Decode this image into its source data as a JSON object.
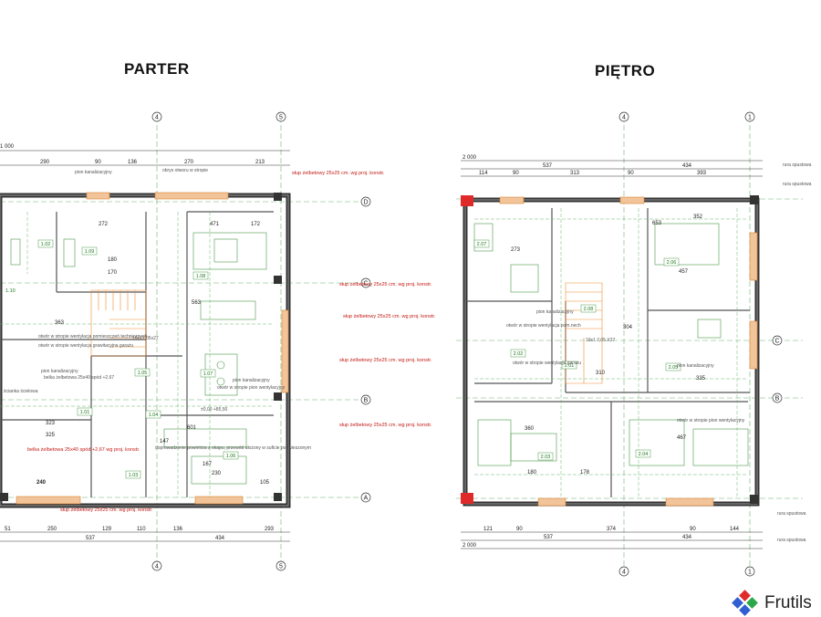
{
  "titles": {
    "parter": "PARTER",
    "pietro": "PIĘTRO"
  },
  "brand": {
    "name": "Frutils",
    "logo_colors": [
      "#e02a2a",
      "#2f5fd0",
      "#2aa84a"
    ]
  },
  "icons": [
    "frutils-logo-icon"
  ],
  "parter": {
    "axes": {
      "top_left": "4",
      "top_right": "5",
      "bottom_left": "4",
      "bottom_right": "5",
      "side": [
        "D",
        "C",
        "B",
        "A"
      ]
    },
    "dims_top": [
      "1 000",
      "290",
      "90",
      "136",
      "270",
      "213"
    ],
    "dims_bottom": [
      "51",
      "250",
      "129",
      "110",
      "136",
      "293"
    ],
    "dims_bottom2": [
      "537",
      "434"
    ],
    "dims_inner": [
      "272",
      "471",
      "563",
      "363",
      "601",
      "240",
      "323",
      "325",
      "170",
      "180",
      "167",
      "147",
      "230",
      "172",
      "105"
    ],
    "rooms": [
      "1.02",
      "1.09",
      "1.08",
      "1.07",
      "1.06",
      "1.05",
      "1.04",
      "1.03",
      "1.01",
      "1.10"
    ],
    "notes": [
      "pion kanalizacyjny",
      "obrys otworu w stropie",
      "otwór w stropie wentylacja pomieszczeń technicznych",
      "otwór w stropie wentylacja grawitacyjna garażu",
      "pion kanalizacyjny",
      "belka żelbetowa 25x40 spód +2,67",
      "ścianka ścielowa",
      "pion kanalizacyjny",
      "otwór w stropie pion wentylacyjny",
      "doprowadzenie powietrza z okapu, przewód ułożony w suficie podwieszonym",
      "19x17,05x27",
      "±0,00 +85,50"
    ],
    "red_notes": [
      "słup żelbetowy 25x25 cm. wg proj. konstr.",
      "słup żelbetowy 25x25 cm. wg proj. konstr.",
      "słup żelbetowy 25x25 cm. wg proj. konstr.",
      "słup żelbetowy 25x25 cm. wg proj. konstr.",
      "słup żelbetowy 25x25 cm. wg proj. konstr.",
      "słup żelbetowy 25x25 cm. wg proj. konstr.",
      "belka żelbetowa 25x40 spód +2,67 wg proj. konstr."
    ]
  },
  "pietro": {
    "axes": {
      "top_left": "4",
      "top_right": "1",
      "bottom_left": "4",
      "bottom_right": "1",
      "side": [
        "C",
        "B"
      ]
    },
    "dims_top": [
      "2 000",
      "537",
      "434"
    ],
    "dims_top2": [
      "114",
      "90",
      "313",
      "90",
      "393"
    ],
    "dims_bottom": [
      "121",
      "90",
      "374",
      "90",
      "144"
    ],
    "dims_bottom2": [
      "537",
      "434"
    ],
    "dims_total": "2 000",
    "rooms": [
      "2.07",
      "2.06",
      "2.08",
      "2.02",
      "2.01",
      "2.05",
      "2.03",
      "2.04"
    ],
    "notes": [
      "rura spustowa",
      "rura spustowa",
      "rura spustowa",
      "rura spustowa",
      "pion kanalizacyjny",
      "otwór w stropie wentylacja pom.nech",
      "otwór w stropie wentylacja garażu",
      "pion kanalizacyjny",
      "otwór w stropie pion wentylacyjny",
      "19x1 7,05 X27"
    ],
    "inner_dims": [
      "653",
      "352",
      "457",
      "304",
      "335",
      "360",
      "467",
      "273",
      "310",
      "180",
      "178"
    ]
  }
}
